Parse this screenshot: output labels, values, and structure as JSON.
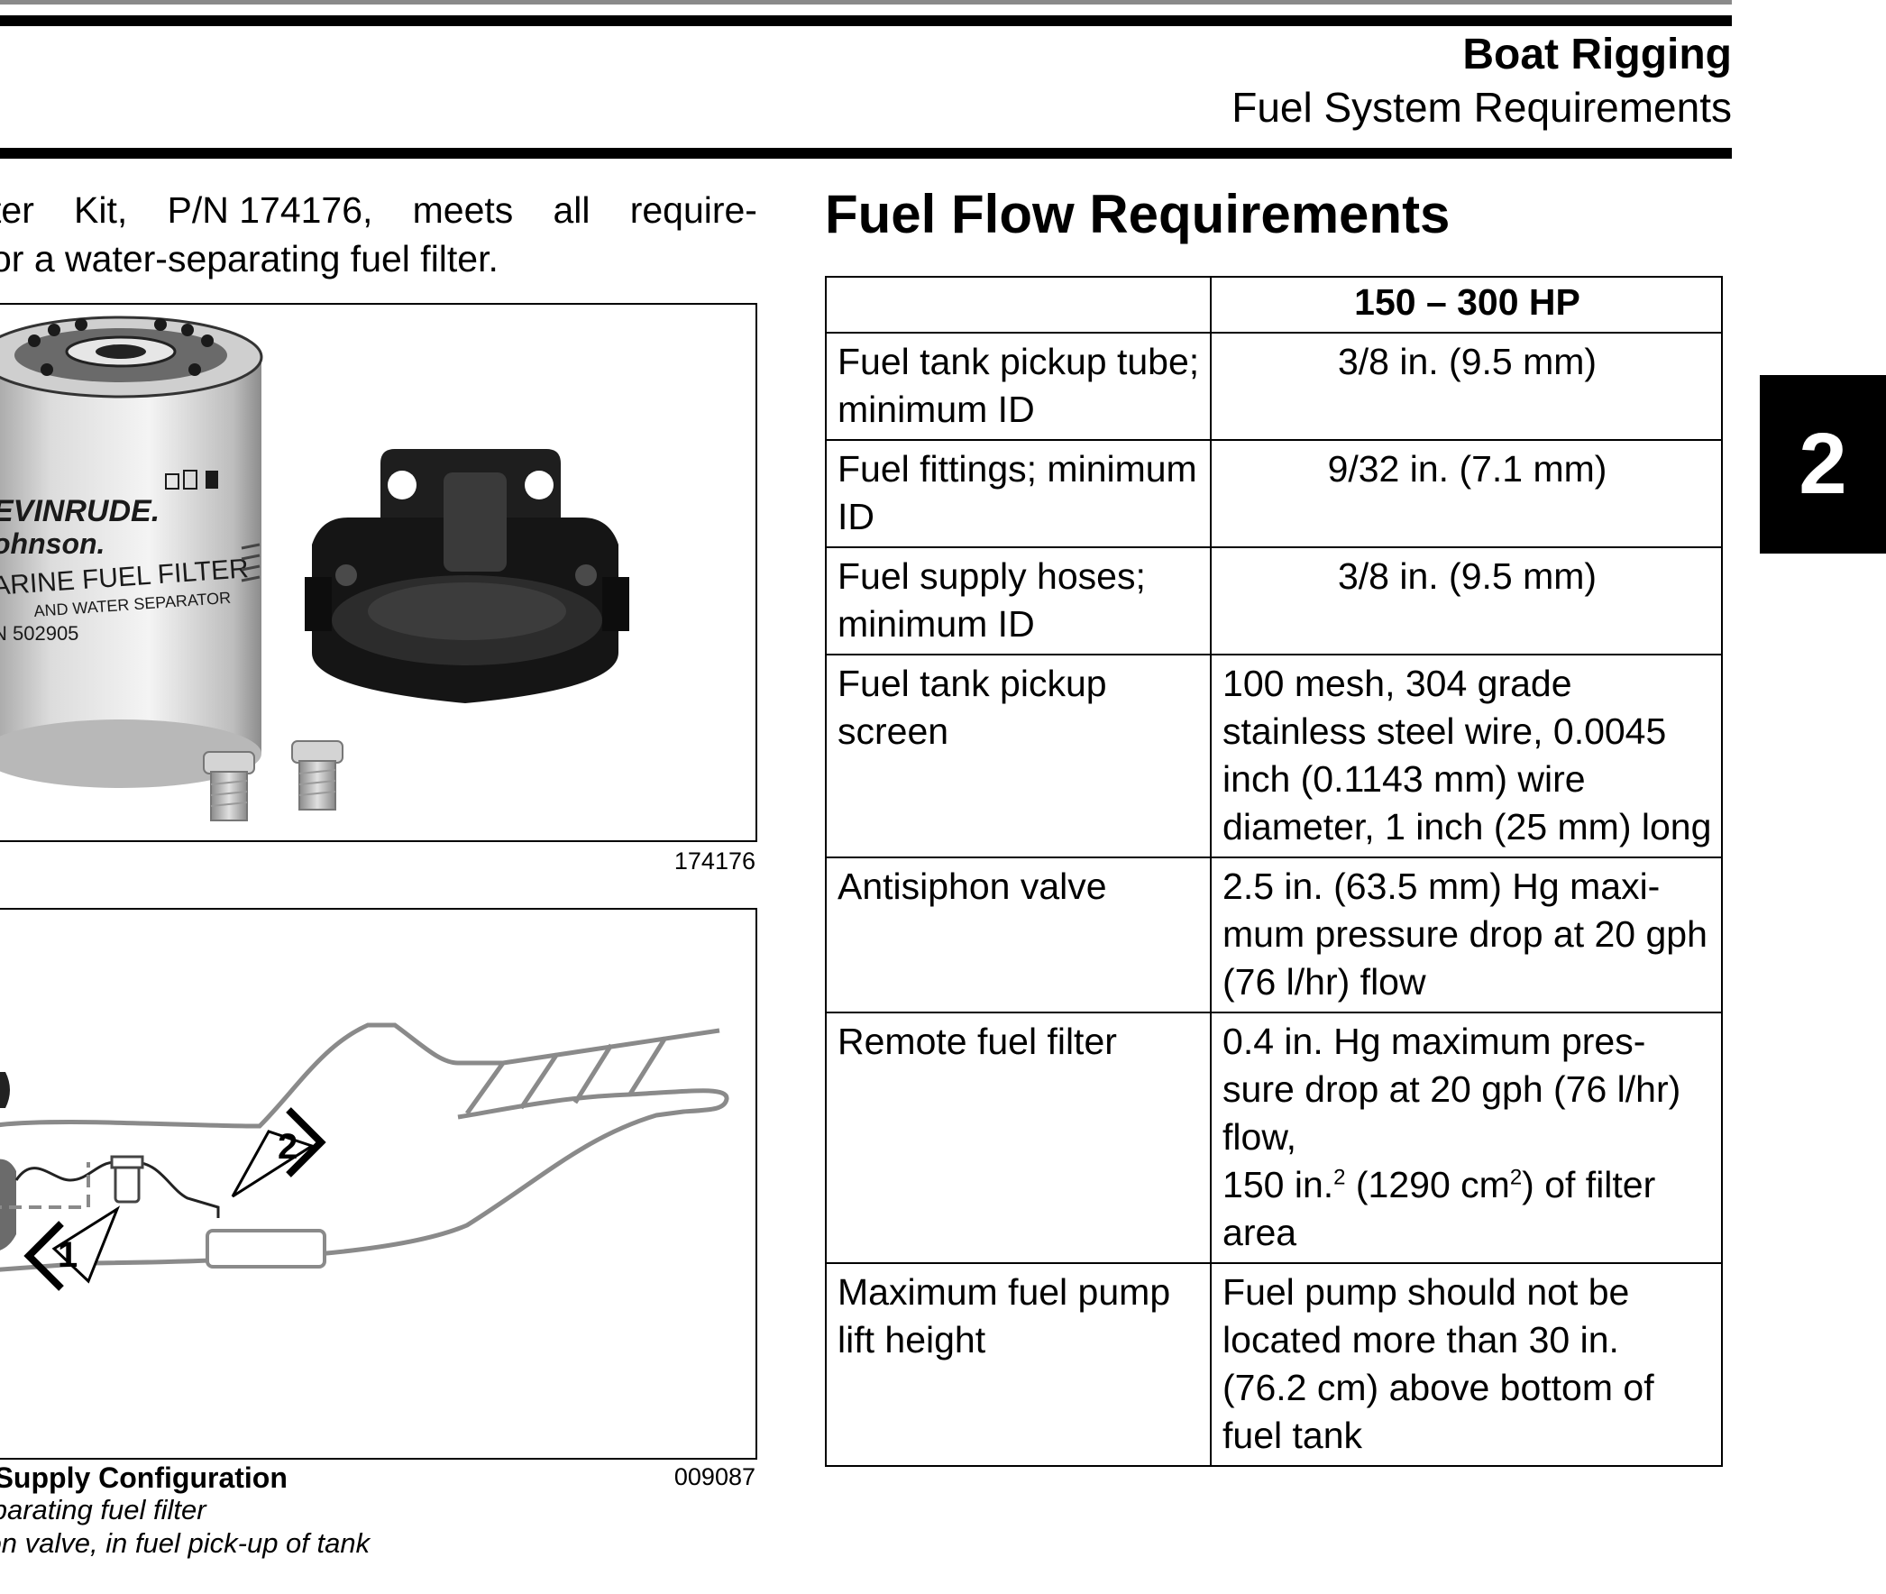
{
  "header": {
    "title": "Boat Rigging",
    "subtitle": "Fuel System Requirements"
  },
  "intro": {
    "line1_words": [
      "ter",
      "Kit,",
      "P/N 174176,",
      "meets",
      "all",
      "require-"
    ],
    "line2": "or a water-separating fuel filter."
  },
  "figure1": {
    "number": "174176",
    "label_lines": [
      "EVINRUDE.",
      "ohnson.",
      "ARINE FUEL FILTER",
      "AND WATER SEPARATOR",
      "N 502905"
    ]
  },
  "figure2": {
    "number": "009087",
    "callouts": [
      "1",
      "2"
    ],
    "caption_title": "el Supply Configuration",
    "caption_lines": [
      "separating fuel filter",
      "phon valve, in fuel pick-up of tank"
    ]
  },
  "section": {
    "title": "Fuel Flow Requirements"
  },
  "table": {
    "header": "150 – 300 HP",
    "rows": [
      {
        "label": "Fuel tank pickup tube; minimum ID",
        "value": "3/8 in. (9.5 mm)"
      },
      {
        "label": "Fuel fittings; minimum ID",
        "value": "9/32 in. (7.1 mm)"
      },
      {
        "label": "Fuel supply hoses; minimum ID",
        "value": "3/8 in. (9.5 mm)"
      },
      {
        "label": "Fuel tank pickup screen",
        "value": "100 mesh, 304 grade stainless steel wire, 0.0045 inch (0.1143 mm) wire diameter, 1 inch (25 mm) long"
      },
      {
        "label": "Antisiphon valve",
        "value": "2.5 in. (63.5 mm) Hg maxi-mum pressure drop at 20 gph (76 l/hr) flow"
      },
      {
        "label": "Remote fuel filter",
        "value_a": "0.4 in. Hg maximum pres-sure drop at 20 gph (76 l/hr) flow,",
        "value_b": "150 in.",
        "value_sup_b": "2",
        "value_c": " (1290 cm",
        "value_sup_c": "2",
        "value_d": ") of filter area"
      },
      {
        "label": "Maximum fuel pump lift height",
        "value": "Fuel pump should not be located more than 30 in. (76.2 cm) above bottom of fuel tank"
      }
    ]
  },
  "chapter_tab": "2"
}
